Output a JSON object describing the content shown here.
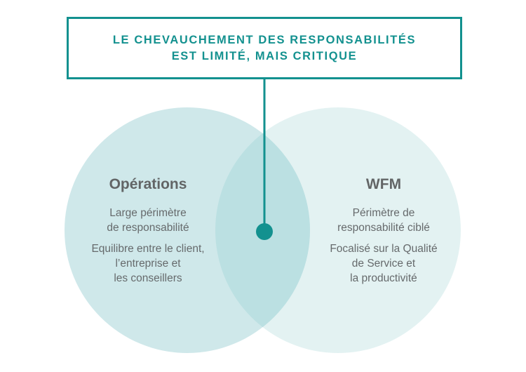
{
  "title": {
    "line1": "LE CHEVAUCHEMENT DES RESPONSABILITÉS",
    "line2": "EST LIMITÉ, MAIS CRITIQUE"
  },
  "sets": [
    {
      "name": "Opérations",
      "desc1_line1": "Large périmètre",
      "desc1_line2": "de responsabilité",
      "desc2_line1": "Equilibre entre le client,",
      "desc2_line2": "l’entreprise et",
      "desc2_line3": "les conseillers"
    },
    {
      "name": "WFM",
      "desc1_line1": "Périmètre de",
      "desc1_line2": "responsabilité ciblé",
      "desc2_line1": "Focalisé sur la Qualité",
      "desc2_line2": "de Service et",
      "desc2_line3": "la productivité"
    }
  ],
  "colors": {
    "accent": "#13918f",
    "left_circle": "#cfe8ea",
    "right_circle": "#e3f2f2",
    "overlap": "#bbe0e2",
    "text": "#666a6c"
  }
}
